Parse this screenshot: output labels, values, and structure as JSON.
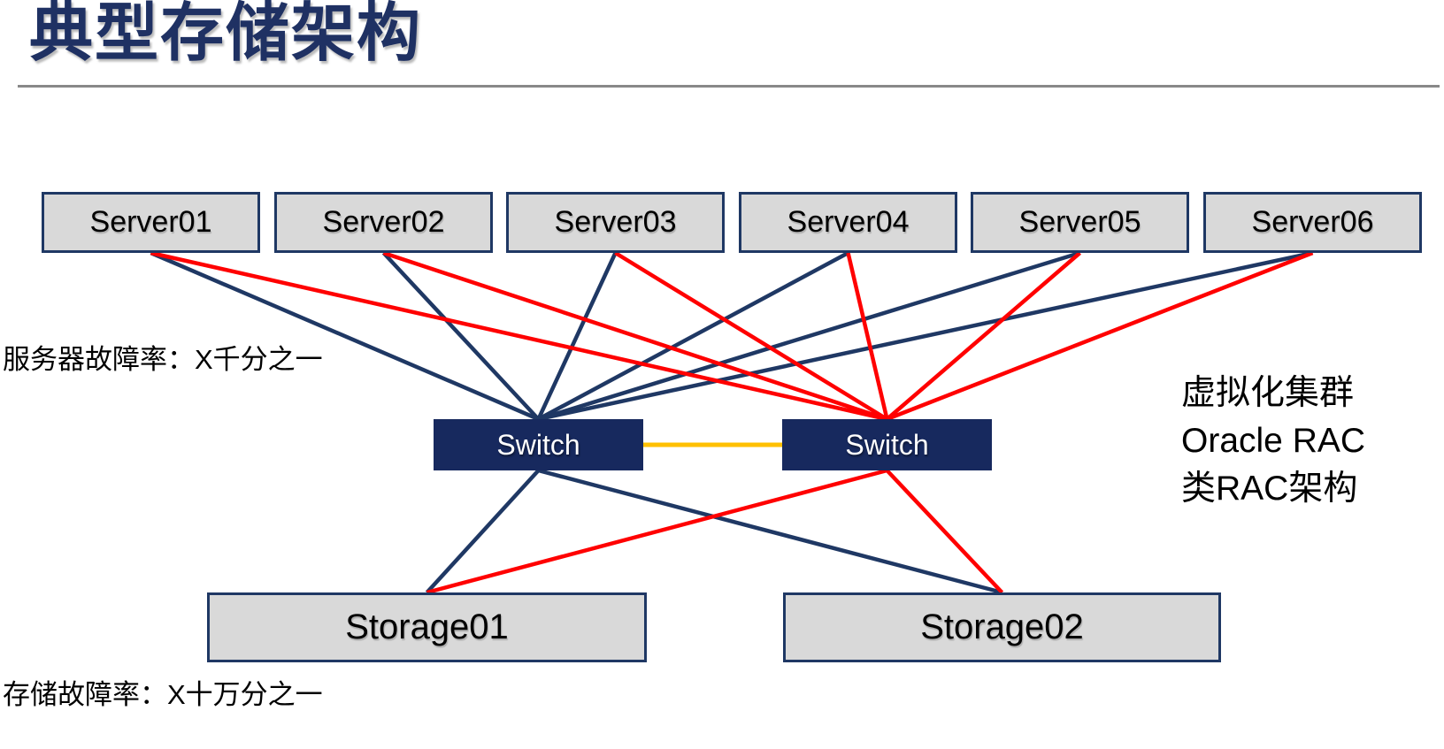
{
  "title": "典型存储架构",
  "labels": {
    "server_failure": "服务器故障率：X千分之一",
    "storage_failure": "存储故障率：X十万分之一",
    "cluster_lines": [
      "虚拟化集群",
      "Oracle RAC",
      "类RAC架构"
    ]
  },
  "nodes": {
    "servers": [
      {
        "id": "server01",
        "label": "Server01"
      },
      {
        "id": "server02",
        "label": "Server02"
      },
      {
        "id": "server03",
        "label": "Server03"
      },
      {
        "id": "server04",
        "label": "Server04"
      },
      {
        "id": "server05",
        "label": "Server05"
      },
      {
        "id": "server06",
        "label": "Server06"
      }
    ],
    "switches": [
      {
        "id": "switch-left",
        "label": "Switch"
      },
      {
        "id": "switch-right",
        "label": "Switch"
      }
    ],
    "storages": [
      {
        "id": "storage01",
        "label": "Storage01"
      },
      {
        "id": "storage02",
        "label": "Storage02"
      }
    ]
  },
  "links": [
    {
      "from": "server01",
      "to": "switch-left",
      "color": "navy"
    },
    {
      "from": "server02",
      "to": "switch-left",
      "color": "navy"
    },
    {
      "from": "server03",
      "to": "switch-left",
      "color": "navy"
    },
    {
      "from": "server04",
      "to": "switch-left",
      "color": "navy"
    },
    {
      "from": "server05",
      "to": "switch-left",
      "color": "navy"
    },
    {
      "from": "server06",
      "to": "switch-left",
      "color": "navy"
    },
    {
      "from": "server01",
      "to": "switch-right",
      "color": "red"
    },
    {
      "from": "server02",
      "to": "switch-right",
      "color": "red"
    },
    {
      "from": "server03",
      "to": "switch-right",
      "color": "red"
    },
    {
      "from": "server04",
      "to": "switch-right",
      "color": "red"
    },
    {
      "from": "server05",
      "to": "switch-right",
      "color": "red"
    },
    {
      "from": "server06",
      "to": "switch-right",
      "color": "red"
    },
    {
      "from": "switch-left",
      "to": "switch-right",
      "color": "orange",
      "fromAnchor": "right",
      "toAnchor": "left"
    },
    {
      "from": "switch-left",
      "to": "storage01",
      "color": "navy"
    },
    {
      "from": "switch-left",
      "to": "storage02",
      "color": "navy"
    },
    {
      "from": "switch-right",
      "to": "storage01",
      "color": "red"
    },
    {
      "from": "switch-right",
      "to": "storage02",
      "color": "red"
    }
  ],
  "colors": {
    "navy": "#1F3864",
    "red": "#FF0000",
    "orange": "#FFC000",
    "box_fill": "#D9D9D9",
    "box_border": "#1F3864",
    "switch_fill": "#17295E",
    "title": "#1F3163",
    "divider": "#898989"
  }
}
